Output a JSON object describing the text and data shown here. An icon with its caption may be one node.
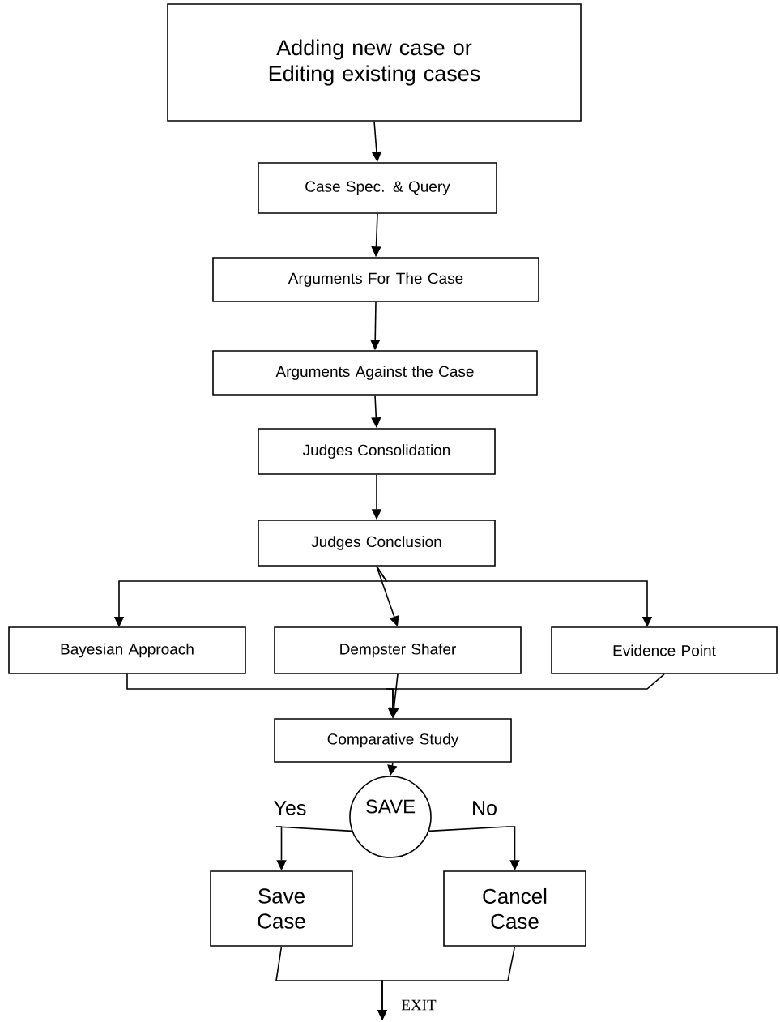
{
  "diagram": {
    "nodes": [
      {
        "text": [
          "Adding new case or Editing existing cases"
        ]
      },
      {
        "text": [
          "Case Spec. & Query"
        ]
      },
      {
        "text": [
          "Arguments For The Case"
        ]
      },
      {
        "text": [
          "Arguments Against the Case"
        ]
      },
      {
        "text": [
          "Judges Consolidation"
        ]
      },
      {
        "text": [
          "Judges Conclusion"
        ]
      },
      {
        "text": [
          "Bayesian Approach"
        ]
      },
      {
        "text": [
          "Dempster Shafer"
        ]
      },
      {
        "text": [
          "Evidence Point"
        ]
      },
      {
        "text": [
          "Comparative Study"
        ]
      },
      {
        "text": [
          "SAVE"
        ]
      },
      {
        "text": [
          "Save Case"
        ]
      },
      {
        "text": [
          "Cancel Case"
        ]
      }
    ],
    "edges": [
      {
        "from": 0,
        "to": 1,
        "arrow": "to"
      },
      {
        "from": 1,
        "to": 2,
        "arrow": "to"
      },
      {
        "from": 2,
        "to": 3,
        "arrow": "to"
      },
      {
        "from": 3,
        "to": 4,
        "arrow": "to"
      },
      {
        "from": 4,
        "to": 5,
        "arrow": "to"
      },
      {
        "from": 5,
        "to": 6,
        "arrow": "to"
      },
      {
        "from": 5,
        "to": 7,
        "arrow": "to"
      },
      {
        "from": 5,
        "to": 8,
        "arrow": "to"
      },
      {
        "from": 6,
        "to": 9,
        "arrow": "to"
      },
      {
        "from": 7,
        "to": 9,
        "arrow": "to"
      },
      {
        "from": 8,
        "to": 9,
        "arrow": "to"
      },
      {
        "from": 9,
        "to": 10,
        "arrow": "to"
      },
      {
        "from": 10,
        "to": 11,
        "arrow": "to",
        "label": "Yes"
      },
      {
        "from": 10,
        "to": 12,
        "arrow": "to",
        "label": "No"
      },
      {
        "from": 11,
        "to": null,
        "arrow": "to",
        "label": "EXIT"
      },
      {
        "from": 12,
        "to": null,
        "arrow": "to"
      }
    ]
  }
}
